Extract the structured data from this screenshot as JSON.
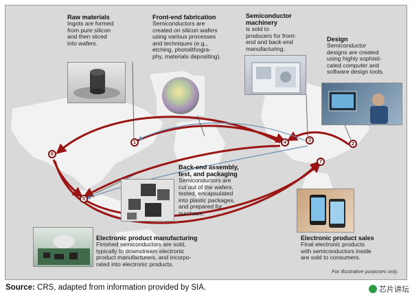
{
  "steps": [
    {
      "id": "raw-materials",
      "title": "Raw materials",
      "body": "Ingots are formed\nfrom pure silicon\nand then sliced\ninto wafers."
    },
    {
      "id": "front-end",
      "title": "Front-end fabrication",
      "body": "Semiconductors are\ncreated on silicon wafers\nusing various processes\nand techniques (e.g.,\netching, photolithogra-\nphy, materials depositing)."
    },
    {
      "id": "machinery",
      "title": "Semiconductor\nmachinery",
      "body": "is sold to\nproducers for front-\nend and back-end\nmanufacturing."
    },
    {
      "id": "design",
      "title": "Design",
      "body": "Semiconductor\ndesigns are created\nusing highly sophisti-\ncated computer and\nsoftware design tools."
    },
    {
      "id": "back-end",
      "title": "Back-end assembly,\ntest, and packaging",
      "body": "Semiconductors are\ncut out of the wafers,\ntested, encapsulated\ninto plastic packages,\nand prepared for\npurchase."
    },
    {
      "id": "electronic-manufacturing",
      "title": "Electronic product manufacturing",
      "body": "Finished semiconductors are sold,\ntypically to downstream electronic\nproduct manufacturers, and incorpo-\nrated into electronic products."
    },
    {
      "id": "sales",
      "title": "Electronic product sales",
      "body": "Final electronic products\nwith semiconductors inside\nare sold to consumers."
    }
  ],
  "nodes": [
    "1",
    "2",
    "3",
    "4",
    "5",
    "6",
    "7"
  ],
  "note": "For illustrative purposes only.",
  "source_label": "Source:",
  "source_text": "CRS, adapted from information provided by SIA.",
  "watermark": "芯片讲坛",
  "colors": {
    "arrow": "#9b1515",
    "blue_arrow": "#6a8fb5",
    "land": "#f2f2f2",
    "panel": "#d9d9d9"
  }
}
